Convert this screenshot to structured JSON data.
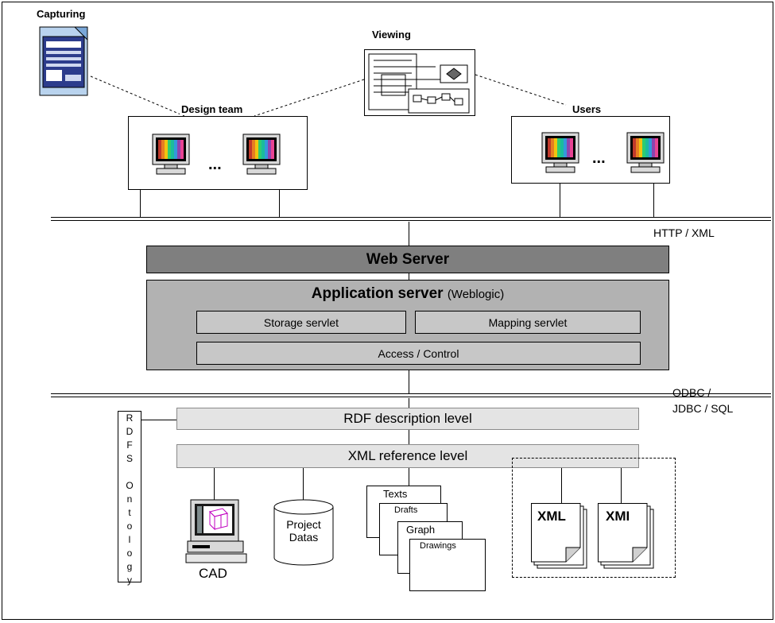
{
  "top": {
    "capturing_label": "Capturing",
    "viewing_label": "Viewing",
    "design_team_label": "Design team",
    "users_label": "Users",
    "ellipsis": "..."
  },
  "protocols": {
    "http": "HTTP / XML",
    "odbc_line1": "ODBC /",
    "odbc_line2": "JDBC / SQL"
  },
  "servers": {
    "web_server": "Web Server",
    "app_server_title": "Application server",
    "app_server_sub": "(Weblogic)",
    "storage_servlet": "Storage servlet",
    "mapping_servlet": "Mapping servlet",
    "access_control": "Access / Control"
  },
  "levels": {
    "rdf": "RDF description level",
    "xml_ref": "XML reference level"
  },
  "rdfs_letters": [
    "R",
    "D",
    "F",
    "S",
    "",
    "O",
    "n",
    "t",
    "o",
    "l",
    "o",
    "g",
    "y"
  ],
  "bottom": {
    "cad": "CAD",
    "project_line1": "Project",
    "project_line2": "Datas",
    "texts": "Texts",
    "drafts": "Drafts",
    "graph": "Graph",
    "drawings": "Drawings",
    "xml_doc": "XML",
    "xmi_doc": "XMI"
  },
  "colors": {
    "web_server_fill": "#7f7f7f",
    "app_server_fill": "#b2b2b2",
    "servlet_fill": "#c7c7c7",
    "level_fill": "#e4e4e4"
  }
}
